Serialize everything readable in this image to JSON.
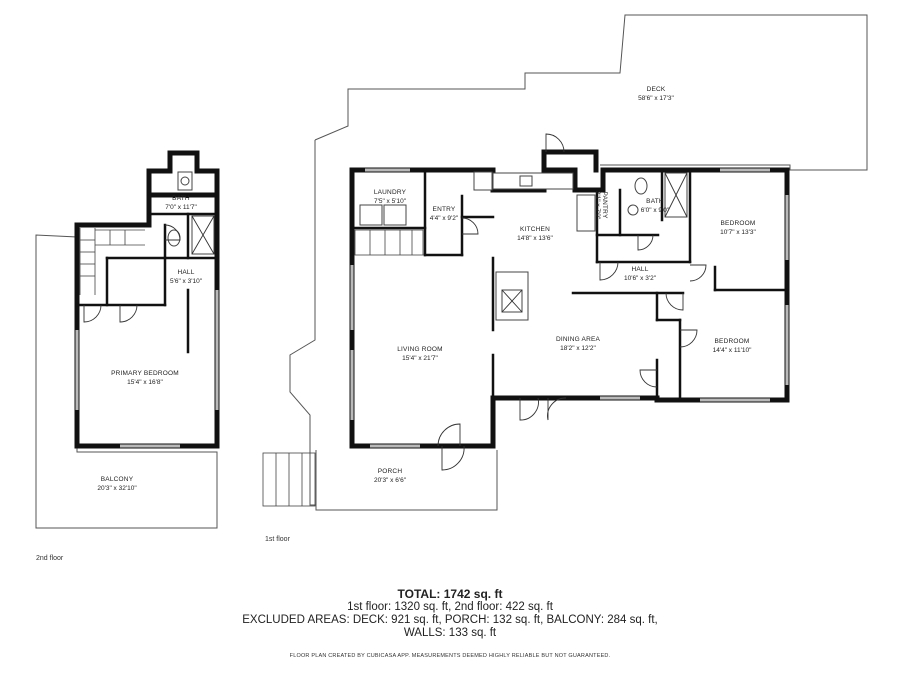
{
  "floors": {
    "second": {
      "label": "2nd floor",
      "rooms": [
        {
          "name": "BATH",
          "dims": "7'0\" x 11'7\""
        },
        {
          "name": "HALL",
          "dims": "5'6\" x 3'10\""
        },
        {
          "name": "PRIMARY BEDROOM",
          "dims": "15'4\" x 16'8\""
        },
        {
          "name": "BALCONY",
          "dims": "20'3\" x 32'10\""
        }
      ]
    },
    "first": {
      "label": "1st floor",
      "rooms": [
        {
          "name": "DECK",
          "dims": "58'6\" x 17'3\""
        },
        {
          "name": "LAUNDRY",
          "dims": "7'5\" x 5'10\""
        },
        {
          "name": "ENTRY",
          "dims": "4'4\" x 9'2\""
        },
        {
          "name": "KITCHEN",
          "dims": "14'8\" x 13'6\""
        },
        {
          "name": "PANTRY",
          "dims": "3'1\" x 7'0\""
        },
        {
          "name": "BATH",
          "dims": "6'0\" x 9'0\""
        },
        {
          "name": "BEDROOM",
          "dims": "10'7\" x 13'3\""
        },
        {
          "name": "HALL",
          "dims": "10'6\" x 3'2\""
        },
        {
          "name": "LIVING ROOM",
          "dims": "15'4\" x 21'7\""
        },
        {
          "name": "DINING AREA",
          "dims": "18'2\" x 12'2\""
        },
        {
          "name": "BEDROOM",
          "dims": "14'4\" x 11'10\""
        },
        {
          "name": "PORCH",
          "dims": "20'3\" x 6'6\""
        }
      ]
    }
  },
  "totals": {
    "total": "TOTAL: 1742 sq. ft",
    "floors_line": "1st floor: 1320 sq. ft, 2nd floor: 422 sq. ft",
    "excluded_line": "EXCLUDED AREAS: DECK: 921 sq. ft, PORCH: 132 sq. ft, BALCONY: 284 sq. ft,",
    "walls_line": "WALLS: 133 sq. ft"
  },
  "credit": "FLOOR PLAN CREATED BY CUBICASA APP. MEASUREMENTS DEEMED HIGHLY RELIABLE BUT NOT GUARANTEED."
}
